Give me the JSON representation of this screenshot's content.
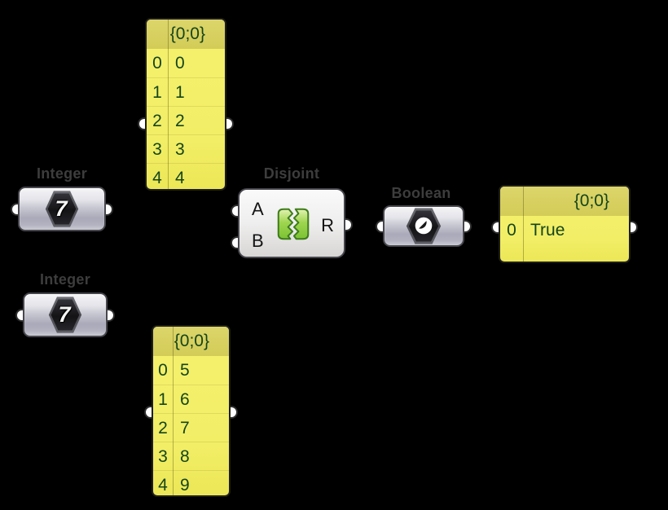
{
  "app": "grasshopper-canvas",
  "colors": {
    "background": "#000000",
    "panel_header": "#d3cc58",
    "panel_body": "#f2ee66",
    "panel_text": "#14451a",
    "label_text": "#3d3d3d",
    "disjoint_icon_green": "#8fd24a",
    "component_metal": "#b8b8c6"
  },
  "components": {
    "integer_top": {
      "label": "Integer",
      "icon": "hexagon-7-icon",
      "icon_digit": "7"
    },
    "integer_bottom": {
      "label": "Integer",
      "icon": "hexagon-7-icon",
      "icon_digit": "7"
    },
    "disjoint": {
      "label": "Disjoint",
      "input_a": "A",
      "input_b": "B",
      "output_r": "R",
      "icon": "disjoint-split-icon"
    },
    "boolean": {
      "label": "Boolean",
      "icon": "boolean-contrast-icon"
    }
  },
  "panels": {
    "top": {
      "header": "{0;0}",
      "rows": [
        [
          "0",
          "0"
        ],
        [
          "1",
          "1"
        ],
        [
          "2",
          "2"
        ],
        [
          "3",
          "3"
        ],
        [
          "4",
          "4"
        ]
      ]
    },
    "bottom": {
      "header": "{0;0}",
      "rows": [
        [
          "0",
          "5"
        ],
        [
          "1",
          "6"
        ],
        [
          "2",
          "7"
        ],
        [
          "3",
          "8"
        ],
        [
          "4",
          "9"
        ]
      ]
    },
    "result": {
      "header": "{0;0}",
      "rows": [
        [
          "0",
          "True"
        ]
      ]
    }
  }
}
